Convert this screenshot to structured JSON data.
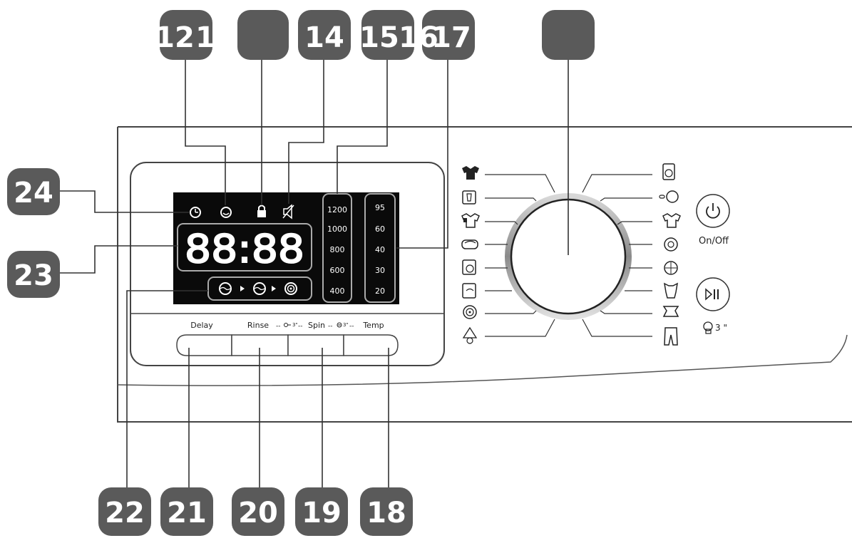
{
  "callouts": {
    "c12": "12",
    "c1": "1",
    "c14": "14",
    "c15": "15",
    "c16": "16",
    "c17": "17",
    "c24": "24",
    "c23": "23",
    "c22": "22",
    "c21": "21",
    "c20": "20",
    "c19": "19",
    "c18": "18"
  },
  "display": {
    "digits": "88:88",
    "spin_values": [
      "1200",
      "1000",
      "800",
      "600",
      "400"
    ],
    "temp_values": [
      "95",
      "60",
      "40",
      "30",
      "20"
    ]
  },
  "buttons": {
    "delay_label": "Delay",
    "rinse_label": "Rinse",
    "spin_label": "Spin",
    "temp_label": "Temp",
    "combo1": "3\"",
    "combo2": "3\"",
    "onoff_label": "On/Off",
    "startpause_hold": "3 \""
  },
  "colors": {
    "badge": "#5a5a5a",
    "lcd": "#0a0a0a",
    "line": "#333333"
  }
}
